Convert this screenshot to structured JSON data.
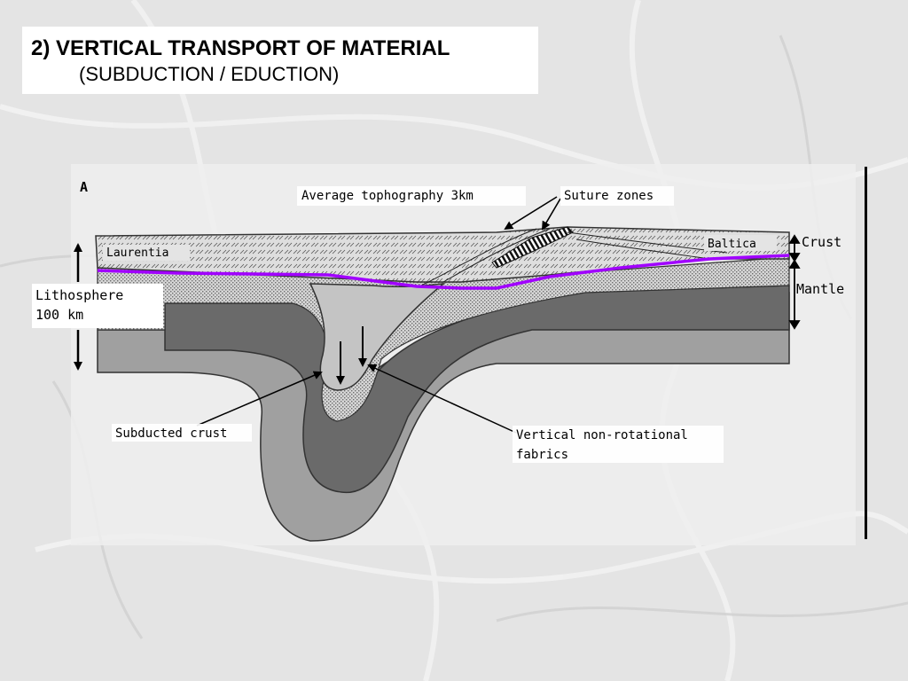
{
  "title": {
    "main": "2) VERTICAL TRANSPORT OF MATERIAL",
    "sub": "(SUBDUCTION / EDUCTION)"
  },
  "diagram": {
    "panel_letter": "A",
    "labels": {
      "topography": "Average tophography 3km",
      "suture": "Suture zones",
      "laurentia": "Laurentia",
      "baltica": "Baltica",
      "crust": "Crust",
      "mantle": "Mantle",
      "lithosphere_line1": "Lithosphere",
      "lithosphere_line2": "100 km",
      "subducted": "Subducted crust",
      "vertical_line1": "Vertical non-rotational",
      "vertical_line2": "fabrics"
    },
    "colors": {
      "moho_line": "#a100ff",
      "dark_mantle": "#6a6a6a",
      "mid_mantle": "#a0a0a0",
      "light_crust": "#c4c4c4"
    }
  }
}
